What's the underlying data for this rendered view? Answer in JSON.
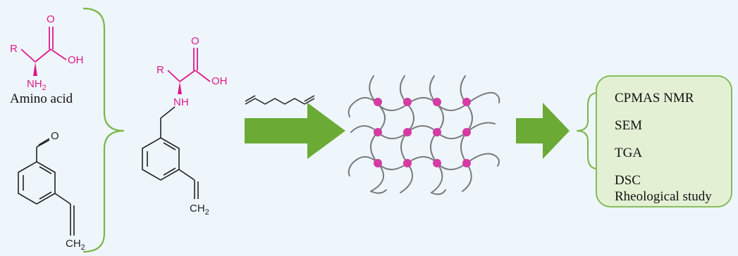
{
  "reagents": {
    "amino_acid": {
      "r_label": "R",
      "oh_label": "OH",
      "o_label": "O",
      "nh2_label": "NH",
      "nh2_subscript": "2",
      "caption": "Amino acid"
    },
    "aldehyde": {
      "o_label": "O",
      "ch2_label": "CH",
      "ch2_subscript": "2"
    }
  },
  "product_monomer": {
    "r_label": "R",
    "o_label": "O",
    "oh_label": "OH",
    "nh_label": "NH",
    "ch2_label": "CH",
    "ch2_subscript": "2"
  },
  "characterization": {
    "techniques": [
      "CPMAS NMR",
      "SEM",
      "TGA",
      "DSC",
      "Rheological study"
    ]
  },
  "colors": {
    "background": "#eef6fc",
    "amino_acid": "#e0188a",
    "bracket": "#7ab648",
    "arrow": "#6aaa35",
    "crosslink_node": "#d63aa3",
    "polymer_chain": "#7a7a7a",
    "box_fill": "#e4f0d4",
    "box_stroke": "#7ab648"
  }
}
